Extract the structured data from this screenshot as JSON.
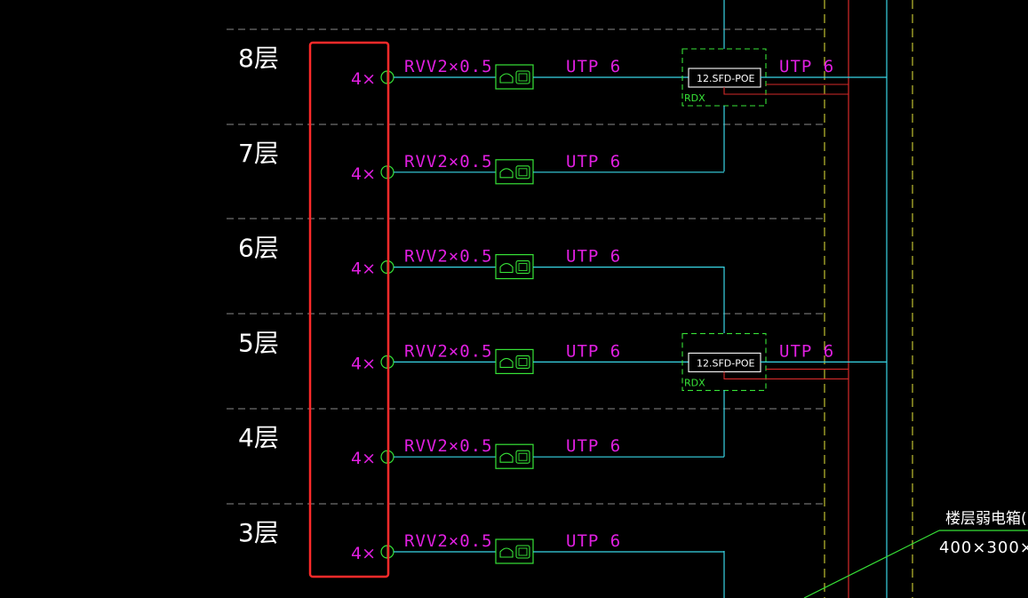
{
  "floors": [
    {
      "label": "8层",
      "count": "4×",
      "cable": "RVV2×0.5",
      "utp": "UTP 6",
      "switch": {
        "label": "12.SFD-POE",
        "rdx": "RDX",
        "uplink": "UTP 6"
      }
    },
    {
      "label": "7层",
      "count": "4×",
      "cable": "RVV2×0.5",
      "utp": "UTP 6"
    },
    {
      "label": "6层",
      "count": "4×",
      "cable": "RVV2×0.5",
      "utp": "UTP 6"
    },
    {
      "label": "5层",
      "count": "4×",
      "cable": "RVV2×0.5",
      "utp": "UTP 6",
      "switch": {
        "label": "12.SFD-POE",
        "rdx": "RDX",
        "uplink": "UTP 6"
      }
    },
    {
      "label": "4层",
      "count": "4×",
      "cable": "RVV2×0.5",
      "utp": "UTP 6"
    },
    {
      "label": "3层",
      "count": "4×",
      "cable": "RVV2×0.5",
      "utp": "UTP 6"
    }
  ],
  "annotation": {
    "line1": "楼层弱电箱( 余",
    "line2": "400×300×"
  },
  "colors": {
    "background": "#000000",
    "cyan": "#38d6e6",
    "magenta": "#e01fe0",
    "green": "#37e337",
    "red": "#d42a2a",
    "yellow": "#e6e63a",
    "white": "#ffffff",
    "highlight": "#ff2a2a"
  }
}
